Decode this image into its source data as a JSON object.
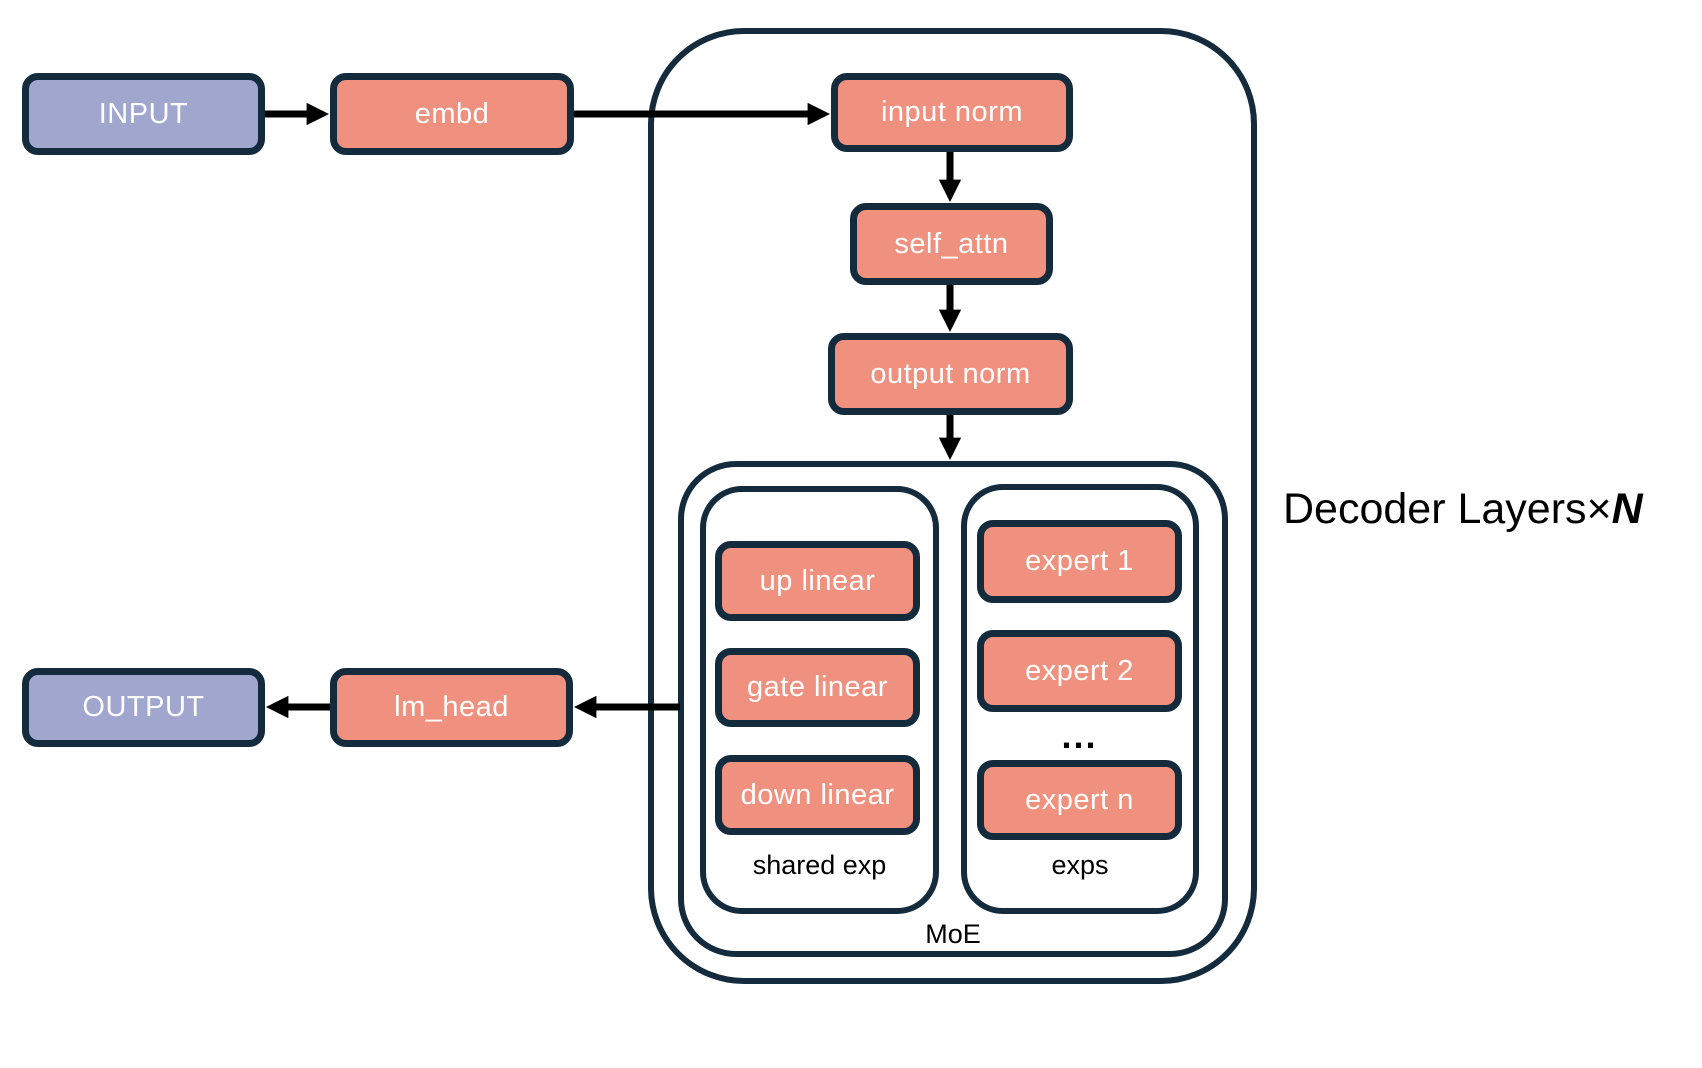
{
  "diagram": {
    "type": "architecture-flowchart",
    "nodes": {
      "input": "INPUT",
      "embd": "embd",
      "input_norm": "input norm",
      "self_attn": "self_attn",
      "output_norm": "output norm",
      "up_linear": "up linear",
      "gate_linear": "gate linear",
      "down_linear": "down linear",
      "expert_1": "expert 1",
      "expert_2": "expert 2",
      "experts_ellipsis": "...",
      "expert_n": "expert n",
      "lm_head": "lm_head",
      "output": "OUTPUT"
    },
    "group_labels": {
      "shared_exp": "shared exp",
      "exps": "exps",
      "moe": "MoE",
      "decoder_layers_prefix": "Decoder Layers",
      "decoder_layers_times": "×",
      "decoder_layers_n": "N"
    },
    "colors": {
      "block_fill": "#F0917F",
      "io_fill": "#A0A6CE",
      "outline": "#132B3C",
      "arrow": "#000000",
      "background": "#FFFFFF",
      "label_text": "#000000",
      "node_text": "#FFFFFF"
    }
  }
}
